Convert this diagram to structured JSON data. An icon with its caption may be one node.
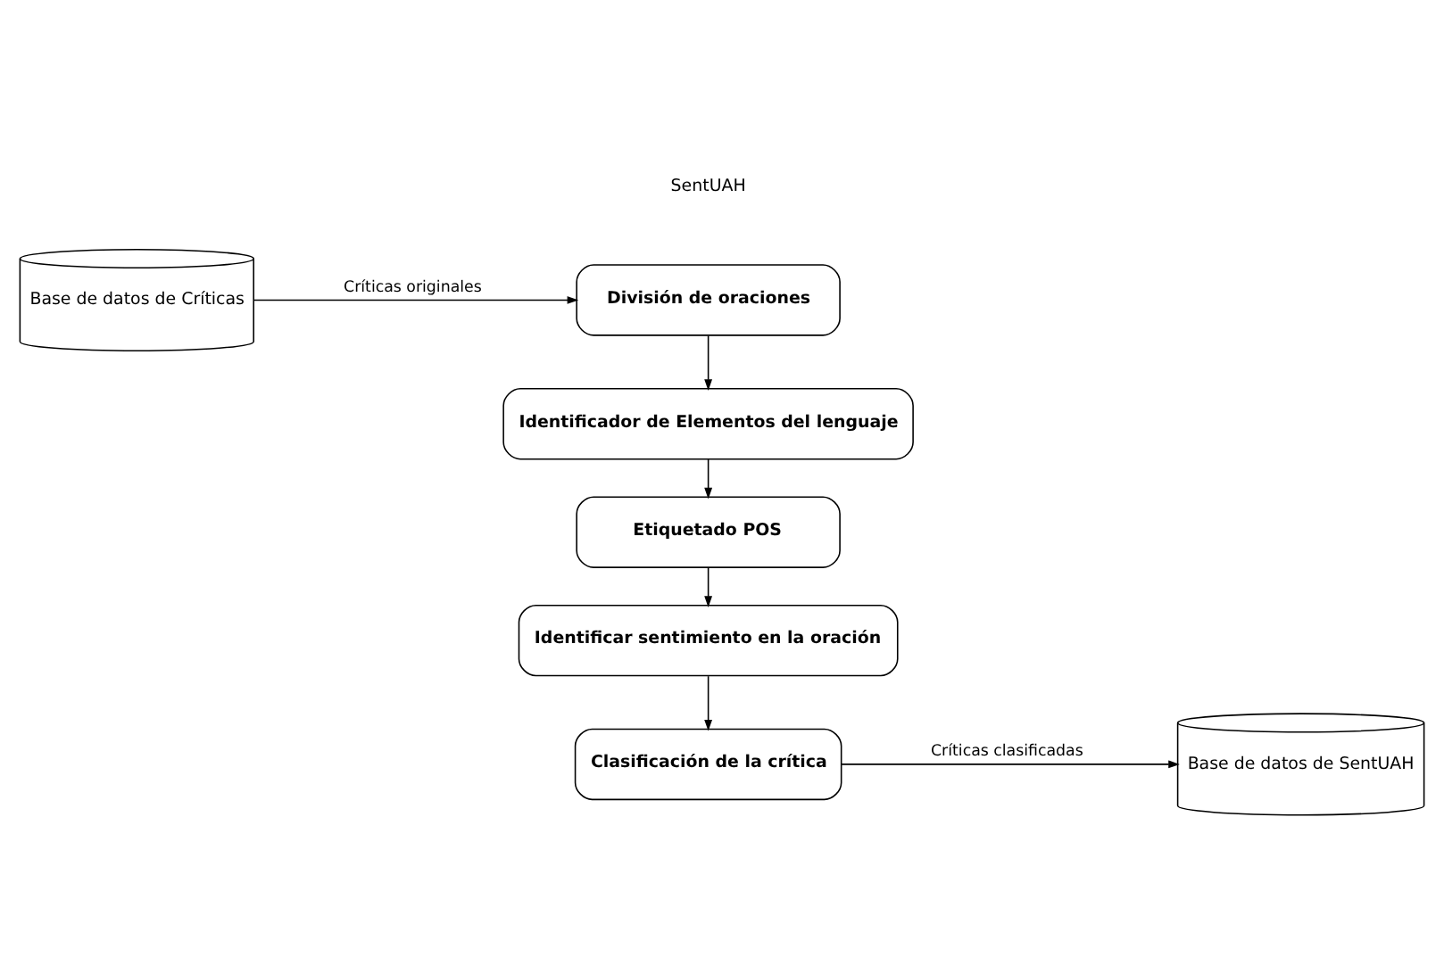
{
  "diagram": {
    "nodes": [
      {
        "text": [
          "Base de datos de Críticas"
        ]
      },
      {
        "text": [
          "División de oraciones"
        ]
      },
      {
        "text": [
          "Identificador de Elementos del lenguaje"
        ]
      },
      {
        "text": [
          "Etiquetado POS"
        ]
      },
      {
        "text": [
          "Identificar sentimiento en la oración"
        ]
      },
      {
        "text": [
          "Clasificación de la crítica"
        ]
      },
      {
        "text": [
          "Base de datos de SentUAH"
        ]
      }
    ],
    "edges": [
      {
        "from": 0,
        "to": 1,
        "arrow": "to",
        "label": "Críticas originales"
      },
      {
        "from": 1,
        "to": 2,
        "arrow": "to"
      },
      {
        "from": 2,
        "to": 3,
        "arrow": "to"
      },
      {
        "from": 3,
        "to": 4,
        "arrow": "to"
      },
      {
        "from": 4,
        "to": 5,
        "arrow": "to"
      },
      {
        "from": 5,
        "to": 6,
        "arrow": "to",
        "label": "Críticas clasificadas"
      }
    ],
    "labels": [
      "SentUAH"
    ]
  }
}
